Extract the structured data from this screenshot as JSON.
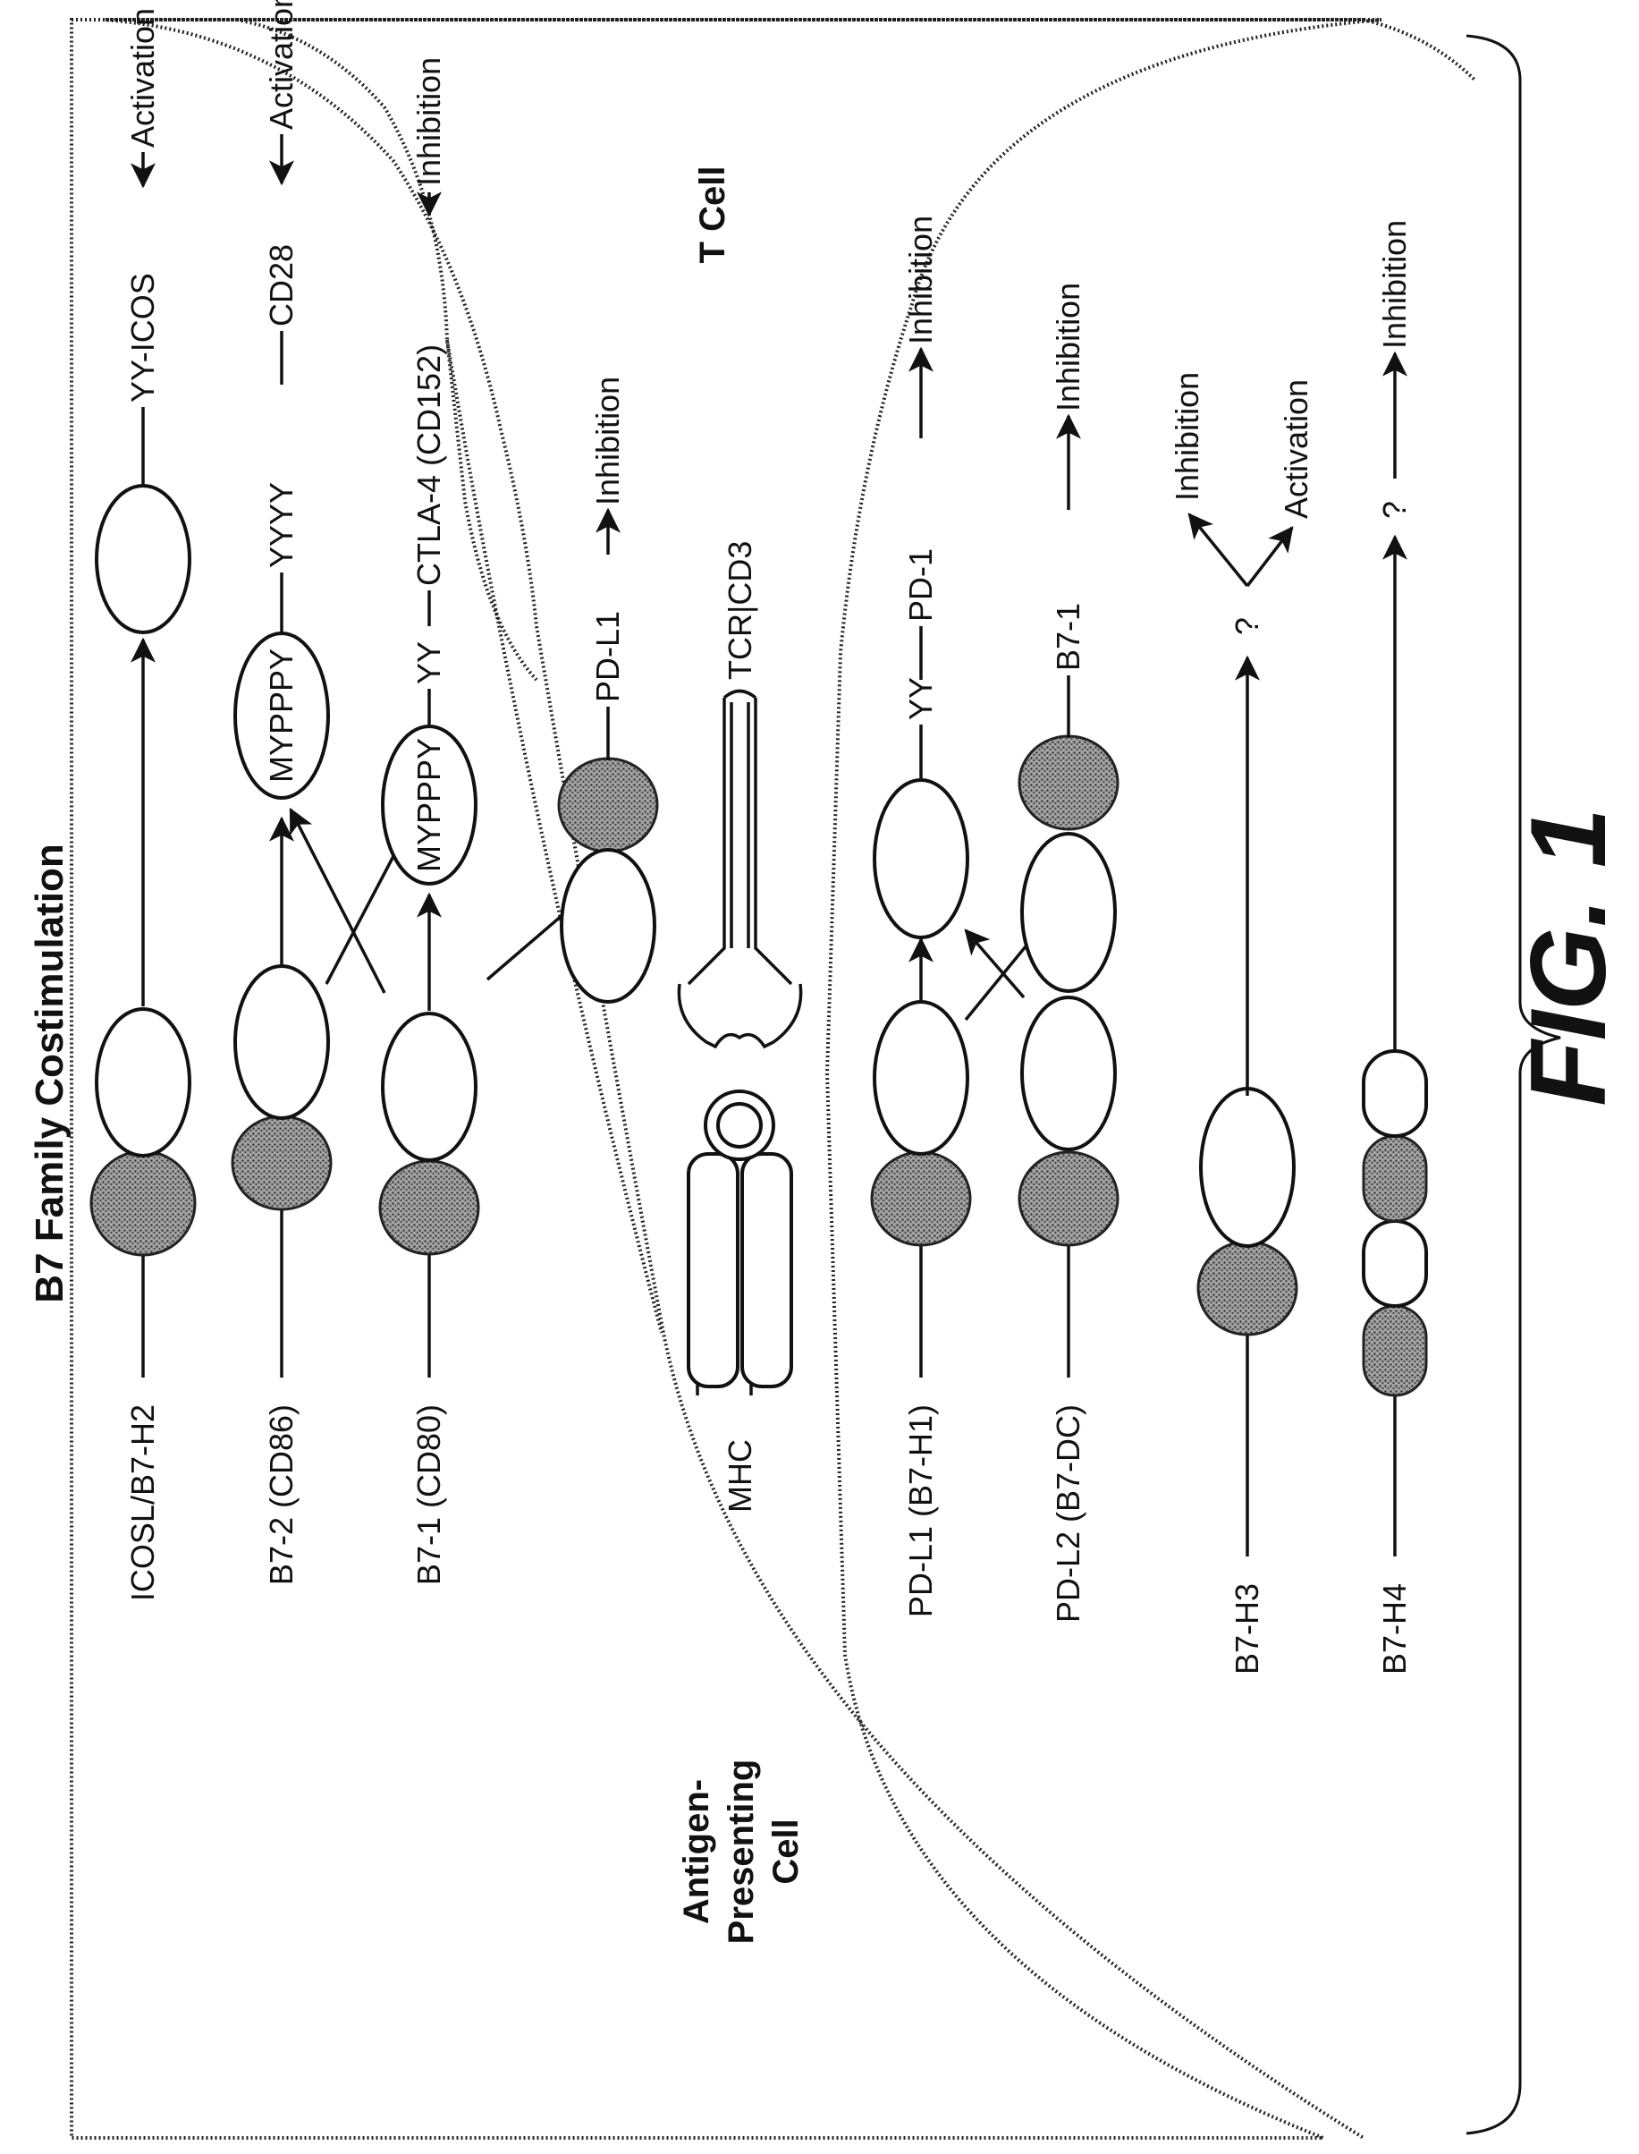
{
  "title": "B7 Family Costimulation",
  "figure_label": "FIG. 1",
  "cells": {
    "apc": [
      "Antigen-",
      "Presenting",
      "Cell"
    ],
    "tcell": "T Cell"
  },
  "apc_labels": {
    "icosl": "ICOSL/B7-H2",
    "b72": "B7-2 (CD86)",
    "b71": "B7-1 (CD80)",
    "mhc": "MHC",
    "pdl1": "PD-L1 (B7-H1)",
    "pdl2": "PD-L2 (B7-DC)",
    "b7h3": "B7-H3",
    "b7h4": "B7-H4"
  },
  "motifs": {
    "mypppy_1": "MYPPPY",
    "mypppy_2": "MYPPPY"
  },
  "tcell_chains": {
    "icos": "YY-ICOS",
    "icos_effect": "Activation",
    "cd28_motif": "YYYY",
    "cd28": "CD28",
    "cd28_effect": "Activation",
    "ctla4_motif": "YY",
    "ctla4": "CTLA-4 (CD152)",
    "ctla4_effect": "Inhibition",
    "pdl1_receptor": "PD-L1",
    "pdl1_effect": "Inhibition",
    "tcr": "TCR|CD3",
    "pd1_motif": "YY",
    "pd1": "PD-1",
    "pd1_effect": "Inhibition",
    "b71_receptor": "B7-1",
    "b71_effect": "Inhibition",
    "b7h3_receptor": "?",
    "b7h3_effect_1": "Inhibition",
    "b7h3_effect_2": "Activation",
    "b7h4_receptor": "?",
    "b7h4_effect": "Inhibition"
  },
  "colors": {
    "ink": "#111111",
    "stipple_fill": "#8a8a8a",
    "background": "#ffffff"
  }
}
